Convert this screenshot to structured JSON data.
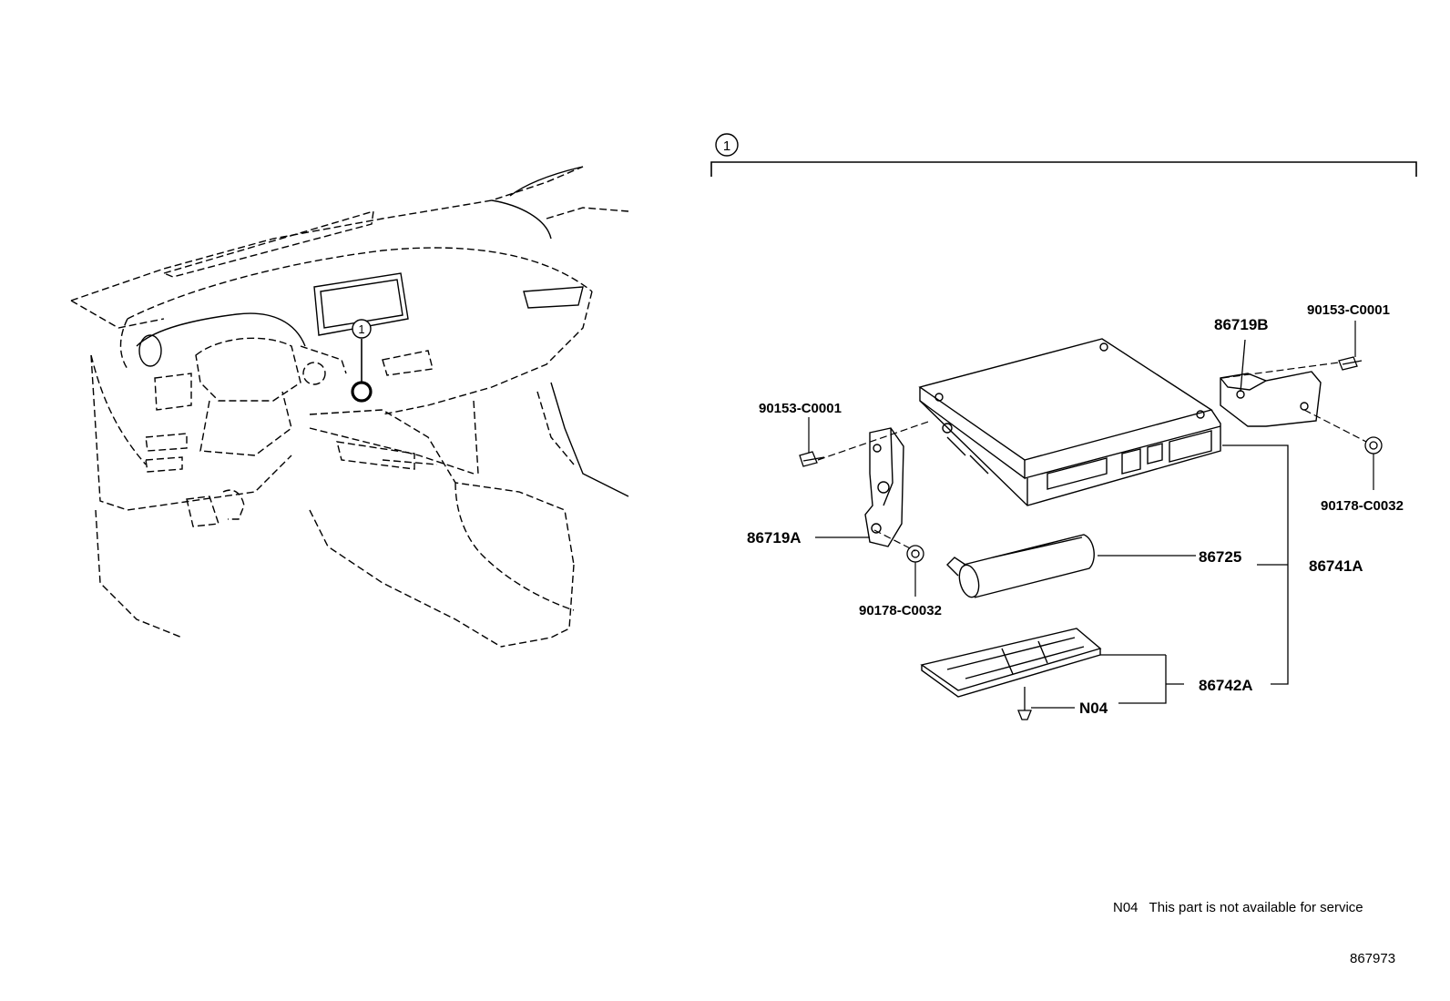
{
  "callout": "1",
  "parts": {
    "p86719B": "86719B",
    "p90153_right": "90153-C0001",
    "p90153_left": "90153-C0001",
    "p90178_right": "90178-C0032",
    "p90178_left": "90178-C0032",
    "p86719A": "86719A",
    "p86725": "86725",
    "p86741A": "86741A",
    "p86742A": "86742A",
    "pN04": "N04"
  },
  "note": {
    "code": "N04",
    "text": "This part is not available for service"
  },
  "reference": "867973"
}
